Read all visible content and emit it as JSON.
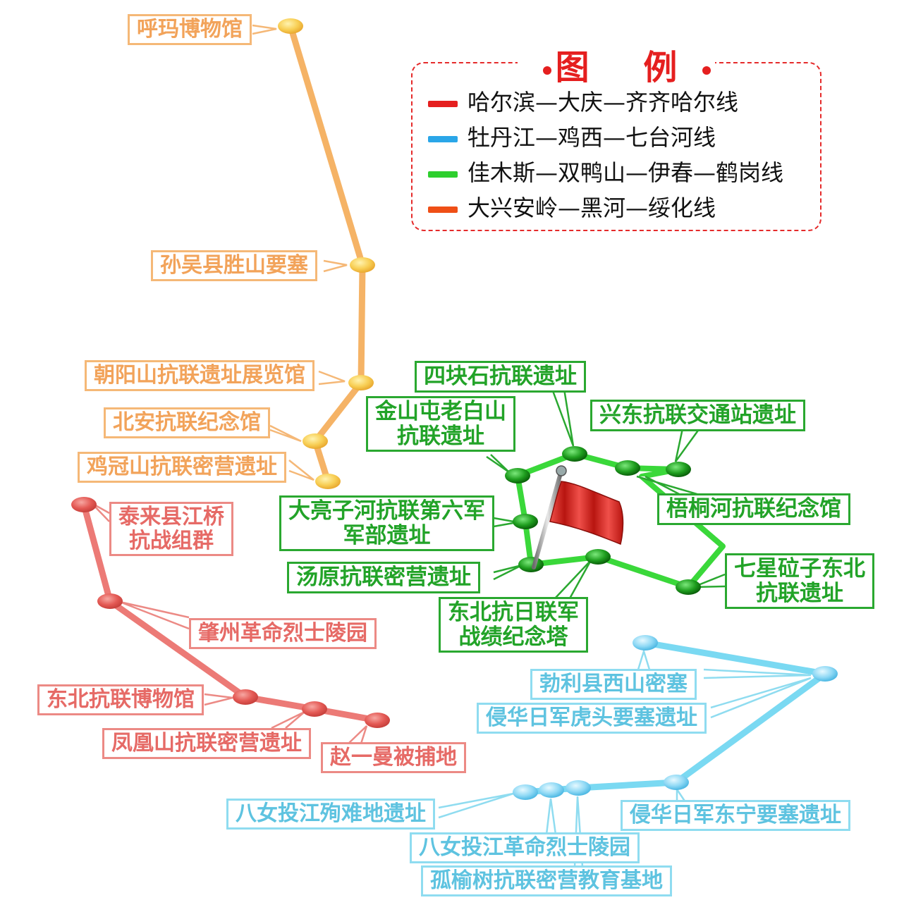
{
  "legend": {
    "title": "图 例",
    "items": [
      {
        "label": "哈尔滨—大庆—齐齐哈尔线",
        "color": "#e51f1f"
      },
      {
        "label": "牡丹江—鸡西—七台河线",
        "color": "#2aa6e8"
      },
      {
        "label": "佳木斯—双鸭山—伊春—鹤岗线",
        "color": "#2ecf2e"
      },
      {
        "label": "大兴安岭—黑河—绥化线",
        "color": "#ef4f16"
      }
    ]
  },
  "colors": {
    "orange_route": "#f5b366",
    "green_route": "#3ad83a",
    "red_route": "#ec7a76",
    "cyan_route": "#7ad9f2",
    "flag": "#d9241f"
  },
  "routes": {
    "orange": {
      "hulun": "呼玛博物馆",
      "shengshan": "孙吴县胜山要塞",
      "chaoyang": "朝阳山抗联遗址展览馆",
      "beian": "北安抗联纪念馆",
      "jiguan": "鸡冠山抗联密营遗址"
    },
    "green": {
      "sikuai": "四块石抗联遗址",
      "jinshan_1": "金山屯老白山",
      "jinshan_2": "抗联遗址",
      "xingdong": "兴东抗联交通站遗址",
      "wutong": "梧桐河抗联纪念馆",
      "daliangzi_1": "大亮子河抗联第六军",
      "daliangzi_2": "军部遗址",
      "tangyuan": "汤原抗联密营遗址",
      "qixing_1": "七星砬子东北",
      "qixing_2": "抗联遗址",
      "tower_1": "东北抗日联军",
      "tower_2": "战绩纪念塔"
    },
    "red": {
      "tailai_1": "泰来县江桥",
      "tailai_2": "抗战组群",
      "zhaozhou": "肇州革命烈士陵园",
      "museum": "东北抗联博物馆",
      "fenghuang": "凤凰山抗联密营遗址",
      "zhaoyiman": "赵一曼被捕地"
    },
    "cyan": {
      "boli": "勃利县西山密塞",
      "hutou": "侵华日军虎头要塞遗址",
      "dongning": "侵华日军东宁要塞遗址",
      "banv_site": "八女投江殉难地遗址",
      "banv_cemetery": "八女投江革命烈士陵园",
      "guyushu": "孤榆树抗联密营教育基地"
    }
  }
}
